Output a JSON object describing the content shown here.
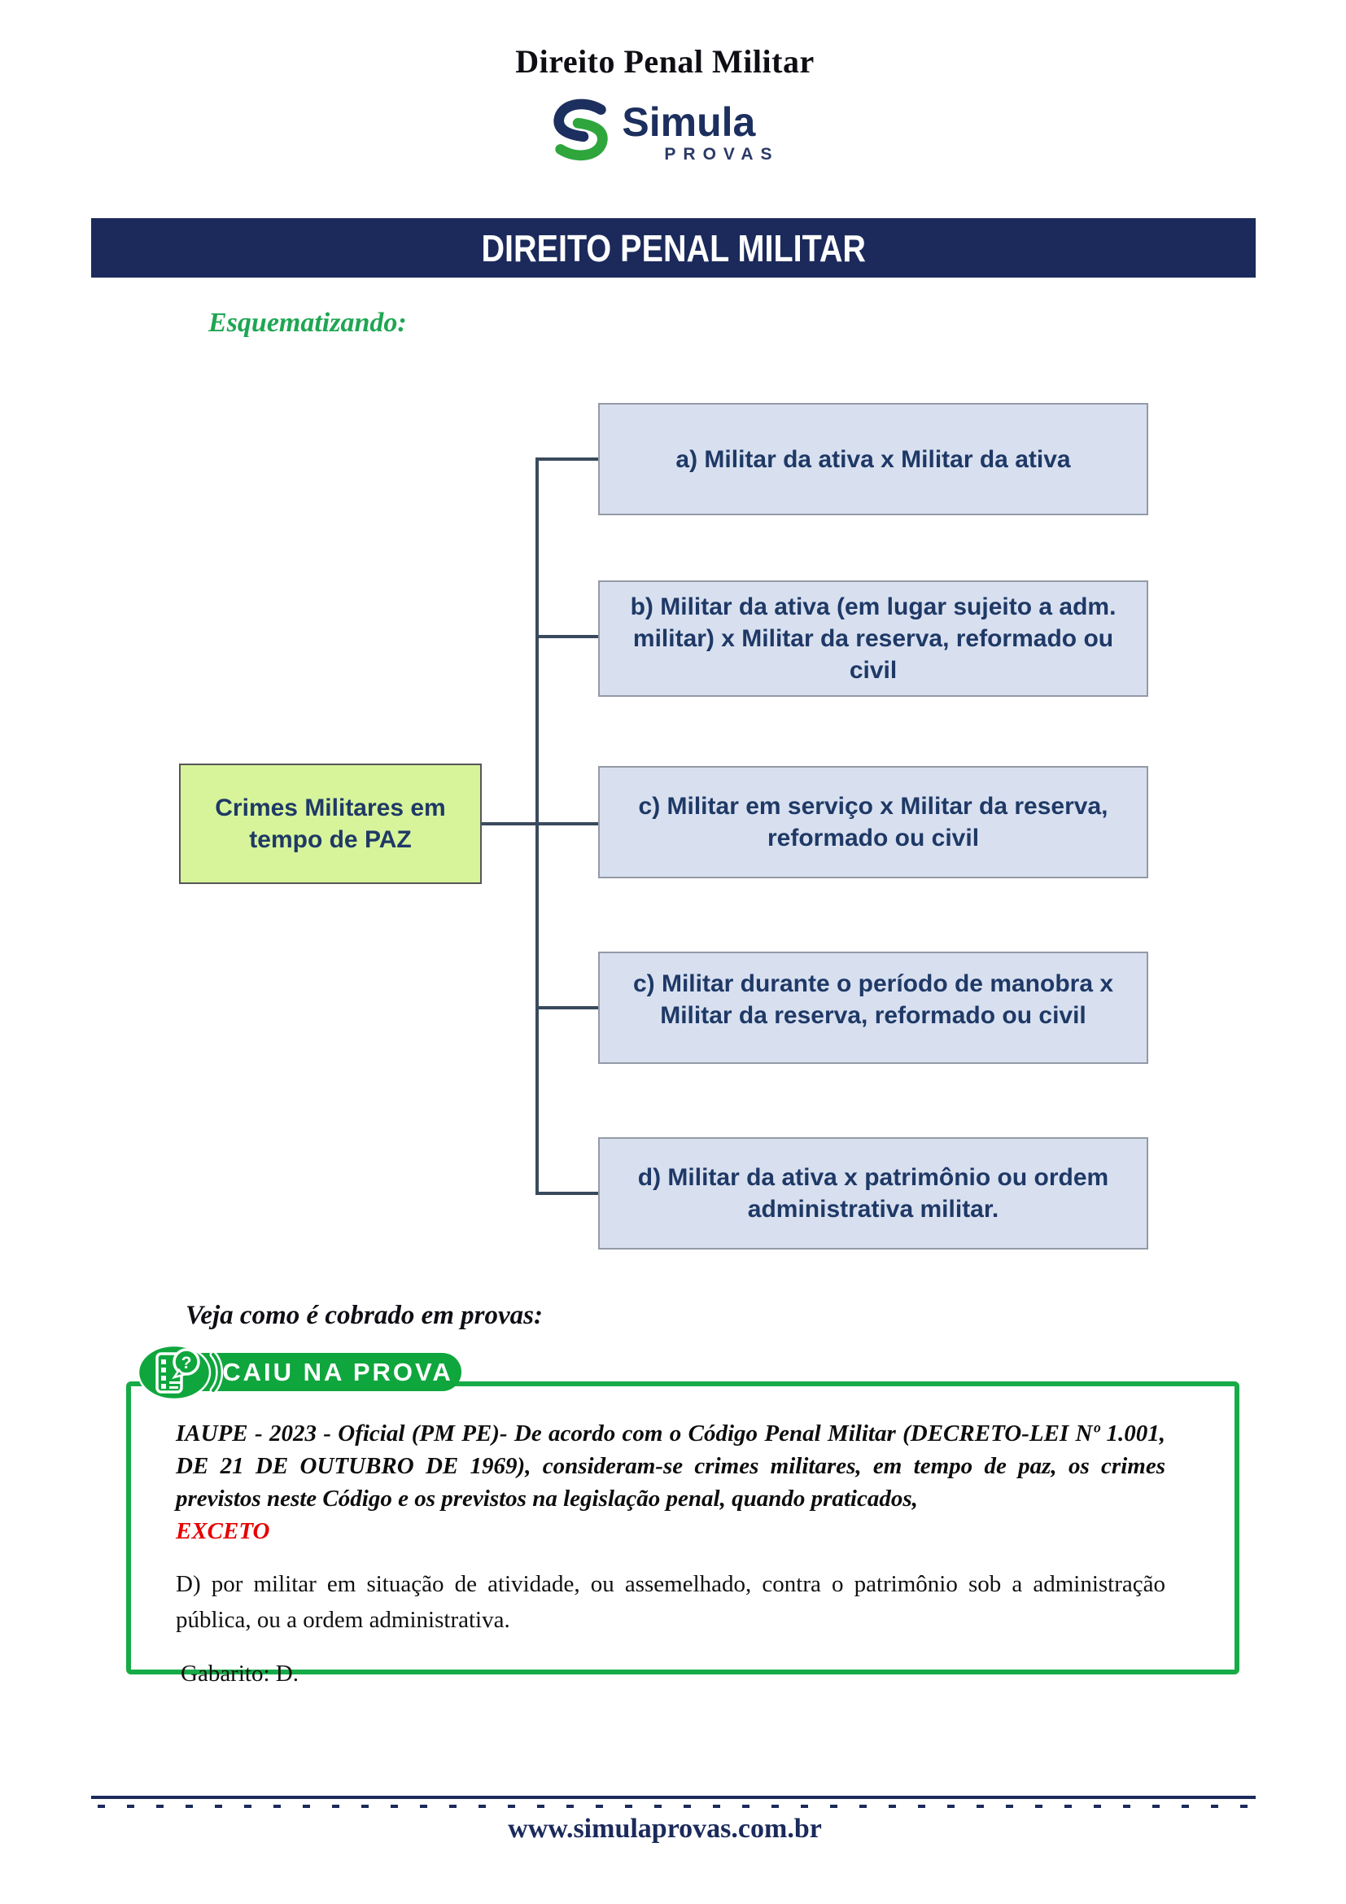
{
  "page": {
    "header_title": "Direito Penal Militar",
    "banner_title": "DIREITO PENAL MILITAR",
    "section_label": "Esquematizando:",
    "quiz_intro": "Veja  como é cobrado em provas:",
    "footer_url": "www.simulaprovas.com.br"
  },
  "logo": {
    "brand": "Simula",
    "tagline": "PROVAS",
    "mark": "s-swoosh-icon"
  },
  "diagram": {
    "root_label": "Crimes Militares em tempo de PAZ",
    "branches": [
      "a) Militar da ativa x Militar da ativa",
      "b) Militar da ativa (em lugar sujeito a adm. militar) x Militar da reserva, reformado ou civil",
      "c) Militar em serviço x Militar da reserva, reformado ou civil",
      "c) Militar durante o período de manobra x Militar da reserva, reformado ou civil",
      "d) Militar da ativa x patrimônio ou ordem administrativa militar."
    ]
  },
  "quiz": {
    "badge_label": "CAIU NA PROVA",
    "badge_icon": "question-checklist-icon",
    "statement": "IAUPE - 2023 - Oficial (PM PE)- De acordo com o Código Penal Militar (DECRETO-LEI Nº 1.001, DE 21 DE OUTUBRO DE 1969), consideram-se crimes militares, em tempo de paz, os crimes previstos neste Código e os previstos na legislação penal, quando praticados,",
    "statement_emphasis": "EXCETO",
    "answer_option": "D) por militar em situação de atividade, ou assemelhado, contra o patrimônio sob a administração pública, ou a ordem administrativa.",
    "answer_key": "Gabarito: D."
  },
  "colors": {
    "navy": "#1b2a5b",
    "brand_green": "#0fa63d",
    "border_green": "#16ab47",
    "box_blue_fill": "#d8e0f0",
    "box_blue_border": "#949aa6",
    "box_green_fill": "#d7f49b",
    "connector": "#3a4a5e",
    "text_navy": "#1f3966",
    "emphasis_red": "#e60000"
  }
}
